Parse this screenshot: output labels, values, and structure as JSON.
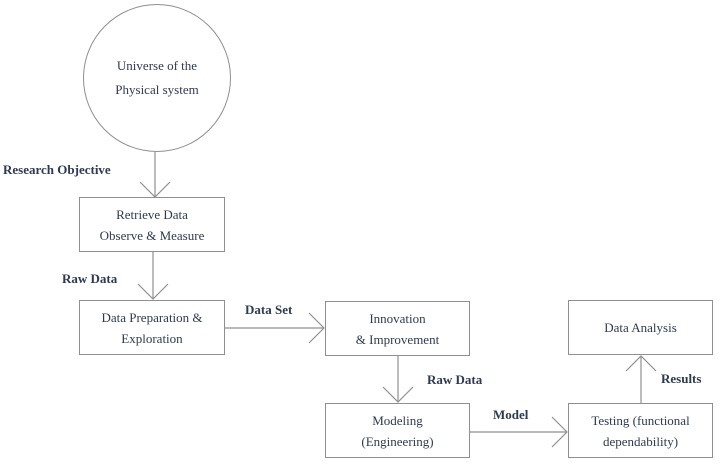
{
  "diagram": {
    "type": "flowchart",
    "colors": {
      "background": "#ffffff",
      "line": "#8f8f8f",
      "text": "#2e3a50"
    },
    "nodes": {
      "universe": {
        "shape": "circle",
        "line1": "Universe of the",
        "line2": "Physical system"
      },
      "retrieve": {
        "shape": "rect",
        "line1": "Retrieve Data",
        "line2": "Observe & Measure"
      },
      "preparation": {
        "shape": "rect",
        "line1": "Data Preparation &",
        "line2": "Exploration"
      },
      "innovation": {
        "shape": "rect",
        "line1": "Innovation",
        "line2": "& Improvement"
      },
      "modeling": {
        "shape": "rect",
        "line1": "Modeling",
        "line2": "(Engineering)"
      },
      "testing": {
        "shape": "rect",
        "line1": "Testing (functional",
        "line2": "dependability)"
      },
      "analysis": {
        "shape": "rect",
        "line1": "Data Analysis",
        "line2": ""
      }
    },
    "edge_labels": {
      "research_objective": "Research Objective",
      "raw_data_1": "Raw Data",
      "data_set": "Data Set",
      "raw_data_2": "Raw Data",
      "model": "Model",
      "results": "Results"
    }
  }
}
